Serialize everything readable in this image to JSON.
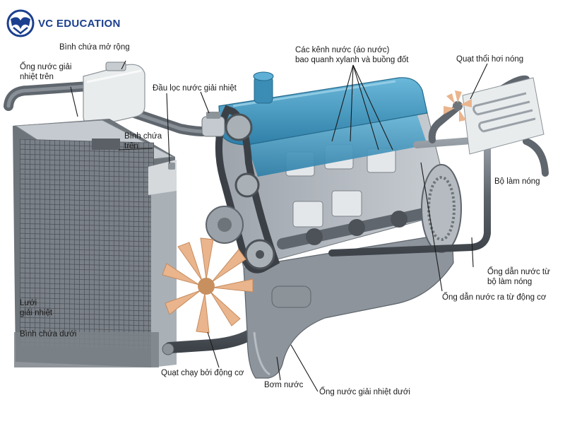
{
  "brand": {
    "name": "VC EDUCATION",
    "color": "#1b3f8f"
  },
  "labels": {
    "expansion_tank": "Bình chứa mở rộng",
    "upper_hose": "Ống nước giải\nnhiệt trên",
    "radiator_cap": "Đầu lọc nước giải nhiệt",
    "upper_tank": "Bình chứa\ntrên",
    "water_jackets": "Các kênh nước (áo nước)\nbao quanh xylanh và buồng đốt",
    "heater_fan": "Quạt thổi hơi nóng",
    "heater_core": "Bộ làm nóng",
    "radiator_core": "Lưới\ngiải nhiệt",
    "lower_tank": "Bình chứa dưới",
    "heater_return_hose": "Ống dẫn nước từ\nbộ làm nóng",
    "engine_outlet_hose": "Ống dẫn nước ra từ động cơ",
    "engine_fan": "Quạt chạy bởi động cơ",
    "water_pump": "Bơm nước",
    "lower_hose": "Ống nước giải nhiệt dưới"
  },
  "colors": {
    "engine_blue": "#4a9ec4",
    "engine_blue_dark": "#2f7fa8",
    "metal_gray": "#b9bfc6",
    "metal_dark": "#6d747c",
    "fan_orange": "#e9b48a",
    "pan_gray": "#8d949c"
  }
}
